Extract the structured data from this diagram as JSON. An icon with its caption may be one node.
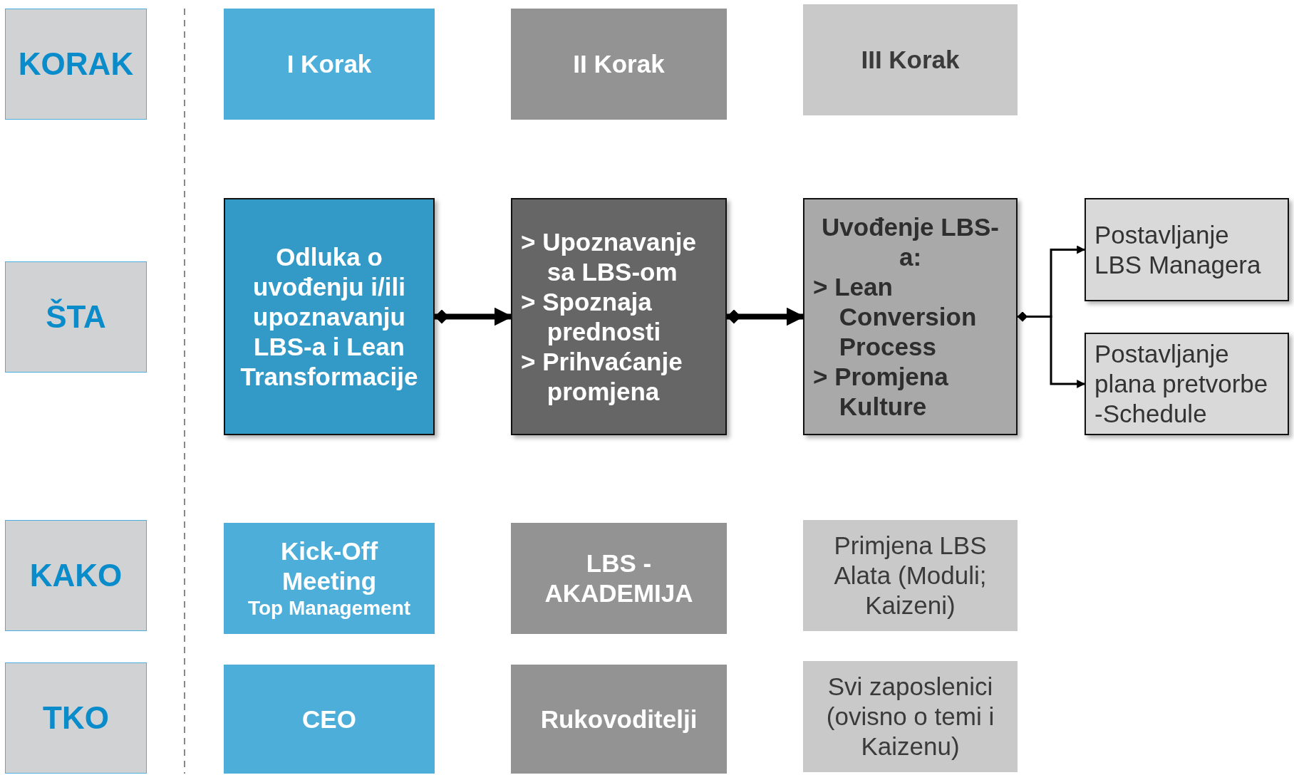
{
  "diagram": {
    "nodes": [
      {
        "text": [
          "KORAK"
        ]
      },
      {
        "text": [
          "I Korak"
        ]
      },
      {
        "text": [
          "II Korak"
        ]
      },
      {
        "text": [
          "III Korak"
        ]
      },
      {
        "text": [
          "ŠTA"
        ]
      },
      {
        "text": [
          "Odluka o uvođenju i/ili upoznavanju LBS-a i Lean Transformacije"
        ]
      },
      {
        "text": [
          "> Upoznavanje sa LBS-om",
          "> Spoznaja prednosti",
          "> Prihvaćanje promjena"
        ]
      },
      {
        "text": [
          "Uvođenje LBS-a:",
          "> Lean Conversion Process",
          "> Promjena Kulture"
        ]
      },
      {
        "text": [
          "Postavljanje LBS Managera"
        ]
      },
      {
        "text": [
          "Postavljanje plana pretvorbe -Schedule"
        ]
      },
      {
        "text": [
          "KAKO"
        ]
      },
      {
        "text": [
          "Kick-Off Meeting",
          "Top Management"
        ]
      },
      {
        "text": [
          "LBS - AKADEMIJA"
        ]
      },
      {
        "text": [
          "Primjena LBS Alata (Moduli; Kaizeni)"
        ]
      },
      {
        "text": [
          "TKO"
        ]
      },
      {
        "text": [
          "CEO"
        ]
      },
      {
        "text": [
          "Rukovoditelji"
        ]
      },
      {
        "text": [
          "Svi zaposlenici (ovisno o temi i Kaizenu)"
        ]
      }
    ],
    "edges": [
      {
        "from": 5,
        "to": 6,
        "arrow": "to",
        "style": "thick"
      },
      {
        "from": 6,
        "to": 7,
        "arrow": "to",
        "style": "thick"
      },
      {
        "from": 7,
        "to": 8,
        "arrow": "to"
      },
      {
        "from": 7,
        "to": 9,
        "arrow": "to"
      }
    ]
  }
}
